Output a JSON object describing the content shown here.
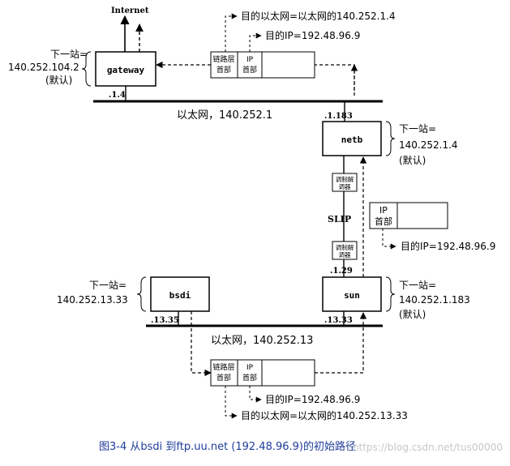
{
  "internet_label": "Internet",
  "hosts": {
    "gateway": "gateway",
    "netb": "netb",
    "bsdi": "bsdi",
    "sun": "sun"
  },
  "interfaces": {
    "gateway_if": ".1.4",
    "netb_top": ".1.183",
    "sun_slip": ".1.29",
    "bsdi_if": ".13.35",
    "sun_eth": ".13.33"
  },
  "networks": {
    "top_ethernet": "以太网，140.252.1",
    "bottom_ethernet": "以太网，140.252.13",
    "slip": "SLIP"
  },
  "next_hops": {
    "gateway": [
      "下一站=",
      "140.252.104.2",
      "(默认)"
    ],
    "netb": [
      "下一站=",
      "140.252.1.4",
      "(默认)"
    ],
    "bsdi": [
      "下一站=",
      "140.252.13.33"
    ],
    "sun": [
      "下一站=",
      "140.252.1.183",
      "(默认)"
    ]
  },
  "frame_labels": {
    "link_header": [
      "链路层",
      "首部"
    ],
    "ip_header": [
      "IP",
      "首部"
    ],
    "modem": [
      "调制解",
      "调器"
    ]
  },
  "annotations": {
    "top_eth_dest": "目的以太网=以太网的140.252.1.4",
    "top_ip_dest": "目的IP=192.48.96.9",
    "slip_ip_dest": "目的IP=192.48.96.9",
    "bottom_ip_dest": "目的IP=192.48.96.9",
    "bottom_eth_dest": "目的以太网=以太网的140.252.13.33"
  },
  "caption": "图3-4  从bsdi 到ftp.uu.net   (192.48.96.9)的初始路径",
  "watermark": "https://blog.csdn.net/tus00000"
}
